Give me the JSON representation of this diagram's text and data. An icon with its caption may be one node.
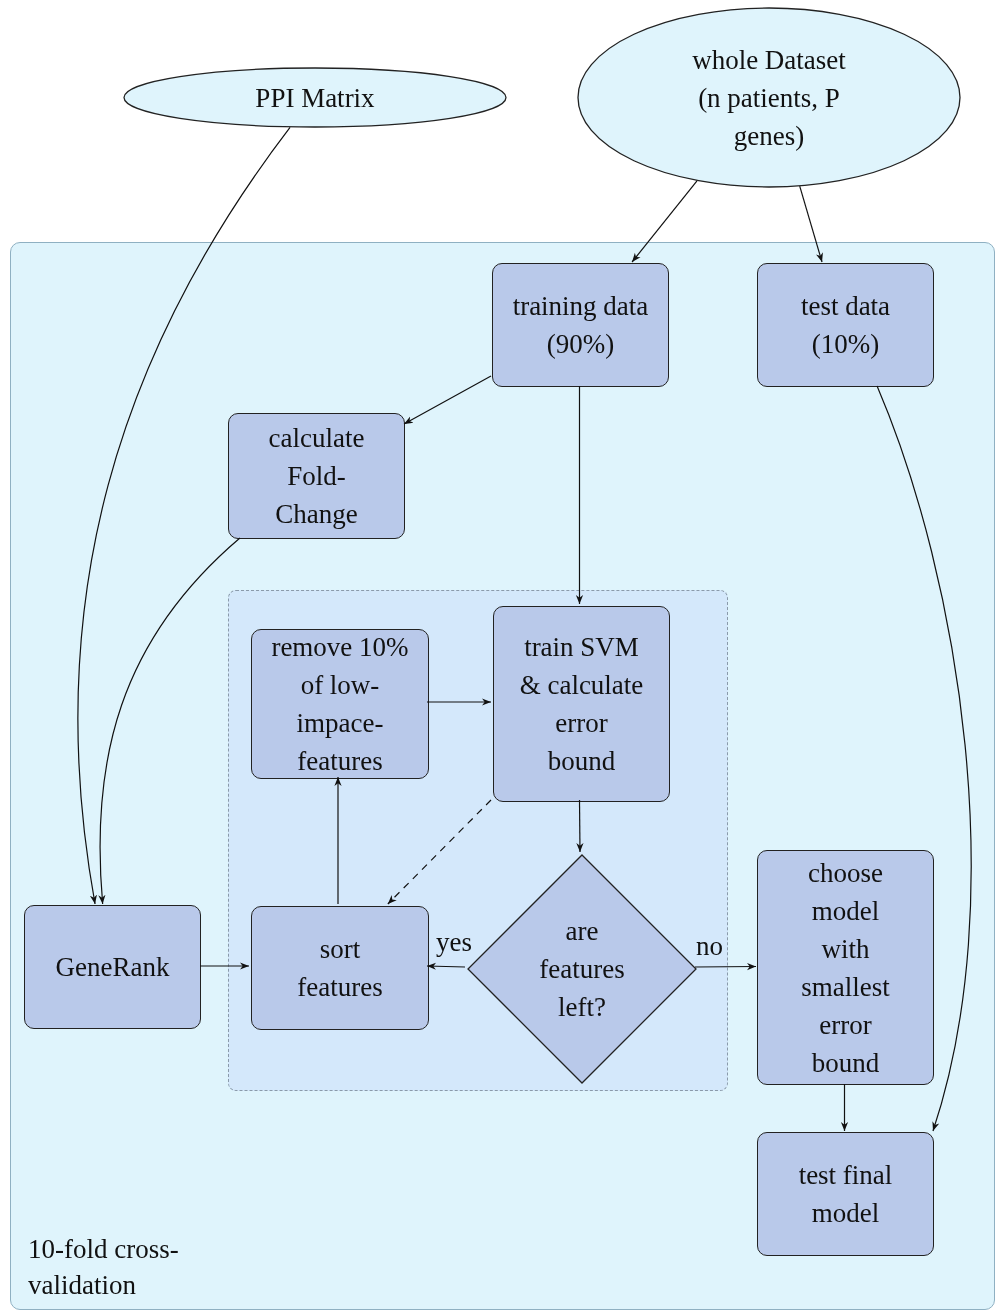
{
  "diagram": {
    "nodes": [
      {
        "text": [
          "PPI Matrix"
        ]
      },
      {
        "text": [
          "whole Dataset (n patients, P genes)"
        ]
      },
      {
        "text": [
          "10-fold cross-validation"
        ]
      },
      {
        "text": [
          "training data (90%)"
        ],
        "in": 2
      },
      {
        "text": [
          "test data (10%)"
        ],
        "in": 2
      },
      {
        "text": [
          "calculate Fold-Change"
        ],
        "in": 2
      },
      {
        "text": [],
        "shape": "box",
        "in": 2
      },
      {
        "text": [
          "remove 10% of low-impace-features"
        ],
        "in": 6
      },
      {
        "text": [
          "train SVM & calculate error bound"
        ],
        "in": 6
      },
      {
        "text": [
          "sort features"
        ],
        "in": 6
      },
      {
        "text": [
          "are features left?"
        ],
        "in": 6
      },
      {
        "text": [
          "GeneRank"
        ],
        "in": 2
      },
      {
        "text": [
          "choose model with smallest error bound"
        ],
        "in": 2
      },
      {
        "text": [
          "test final model"
        ],
        "in": 2
      }
    ],
    "edges": [
      {
        "from": 0,
        "to": 11,
        "arrow": "to"
      },
      {
        "from": 1,
        "to": 3,
        "arrow": "to"
      },
      {
        "from": 1,
        "to": 4,
        "arrow": "to"
      },
      {
        "from": 3,
        "to": 5,
        "arrow": "to"
      },
      {
        "from": 5,
        "to": 11,
        "arrow": "to"
      },
      {
        "from": 3,
        "to": 8,
        "arrow": "to"
      },
      {
        "from": 7,
        "to": 8,
        "arrow": "to"
      },
      {
        "from": 8,
        "to": 9,
        "arrow": "to",
        "style": "dashed"
      },
      {
        "from": 9,
        "to": 7,
        "arrow": "to"
      },
      {
        "from": 8,
        "to": 10,
        "arrow": "to"
      },
      {
        "from": 10,
        "to": 9,
        "arrow": "to",
        "label": "yes"
      },
      {
        "from": 10,
        "to": 12,
        "arrow": "to",
        "label": "no"
      },
      {
        "from": 11,
        "to": 9,
        "arrow": "to"
      },
      {
        "from": 12,
        "to": 13,
        "arrow": "to"
      },
      {
        "from": 4,
        "to": 13,
        "arrow": "to"
      }
    ]
  }
}
